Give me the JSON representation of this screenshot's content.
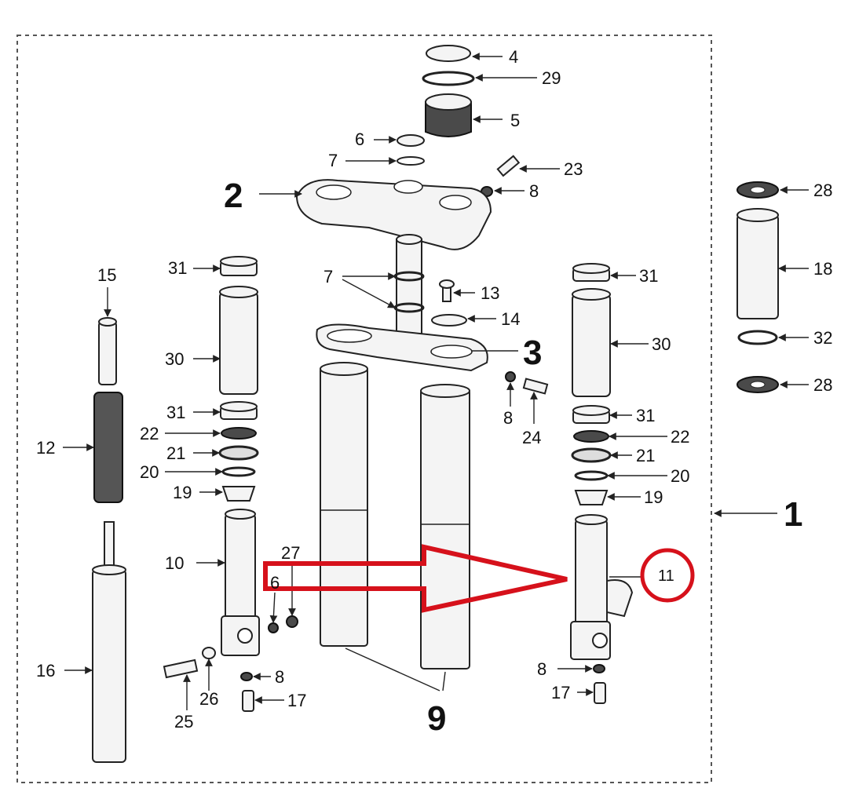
{
  "colors": {
    "callout_red": "#d6111b",
    "line": "#222222",
    "part_fill": "#f4f4f4"
  },
  "labels": {
    "l4": "4",
    "l29": "29",
    "l5": "5",
    "l6a": "6",
    "l7a": "7",
    "l23": "23",
    "l8a": "8",
    "l2": "2",
    "l28a": "28",
    "l18": "18",
    "l32": "32",
    "l28b": "28",
    "l31a": "31",
    "l15": "15",
    "l7b": "7",
    "l13": "13",
    "l31b": "31",
    "l30a": "30",
    "l14": "14",
    "l3": "3",
    "l30b": "30",
    "l8b": "8",
    "l24": "24",
    "l31c": "31",
    "l22a": "22",
    "l12": "12",
    "l21a": "21",
    "l20a": "20",
    "l19a": "19",
    "l31d": "31",
    "l22b": "22",
    "l21b": "21",
    "l20b": "20",
    "l19b": "19",
    "l1": "1",
    "l10": "10",
    "l27": "27",
    "l6b": "6",
    "l11": "11",
    "l16": "16",
    "l8c": "8",
    "l26": "26",
    "l17a": "17",
    "l25": "25",
    "l8d": "8",
    "l17b": "17",
    "l9": "9"
  }
}
